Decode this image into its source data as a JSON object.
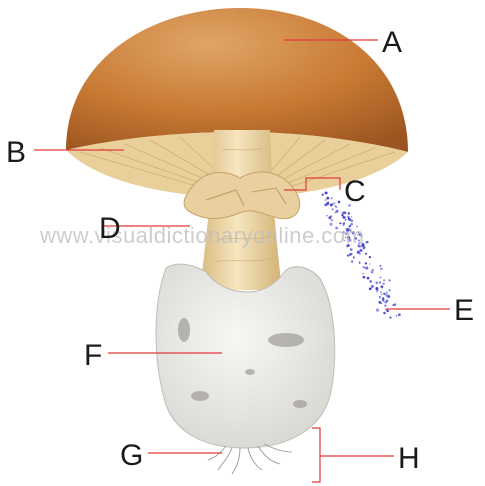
{
  "watermark": "www.visualdictionaryonline.com",
  "labels": {
    "a": "A",
    "b": "B",
    "c": "C",
    "d": "D",
    "e": "E",
    "f": "F",
    "g": "G",
    "h": "H"
  },
  "colors": {
    "cap": "#c87a34",
    "gills": "#e9cf9a",
    "stem": "#ecd6a4",
    "volva": "#ededeb",
    "spores": "#3a3acc",
    "leader": "#e23a3a"
  }
}
